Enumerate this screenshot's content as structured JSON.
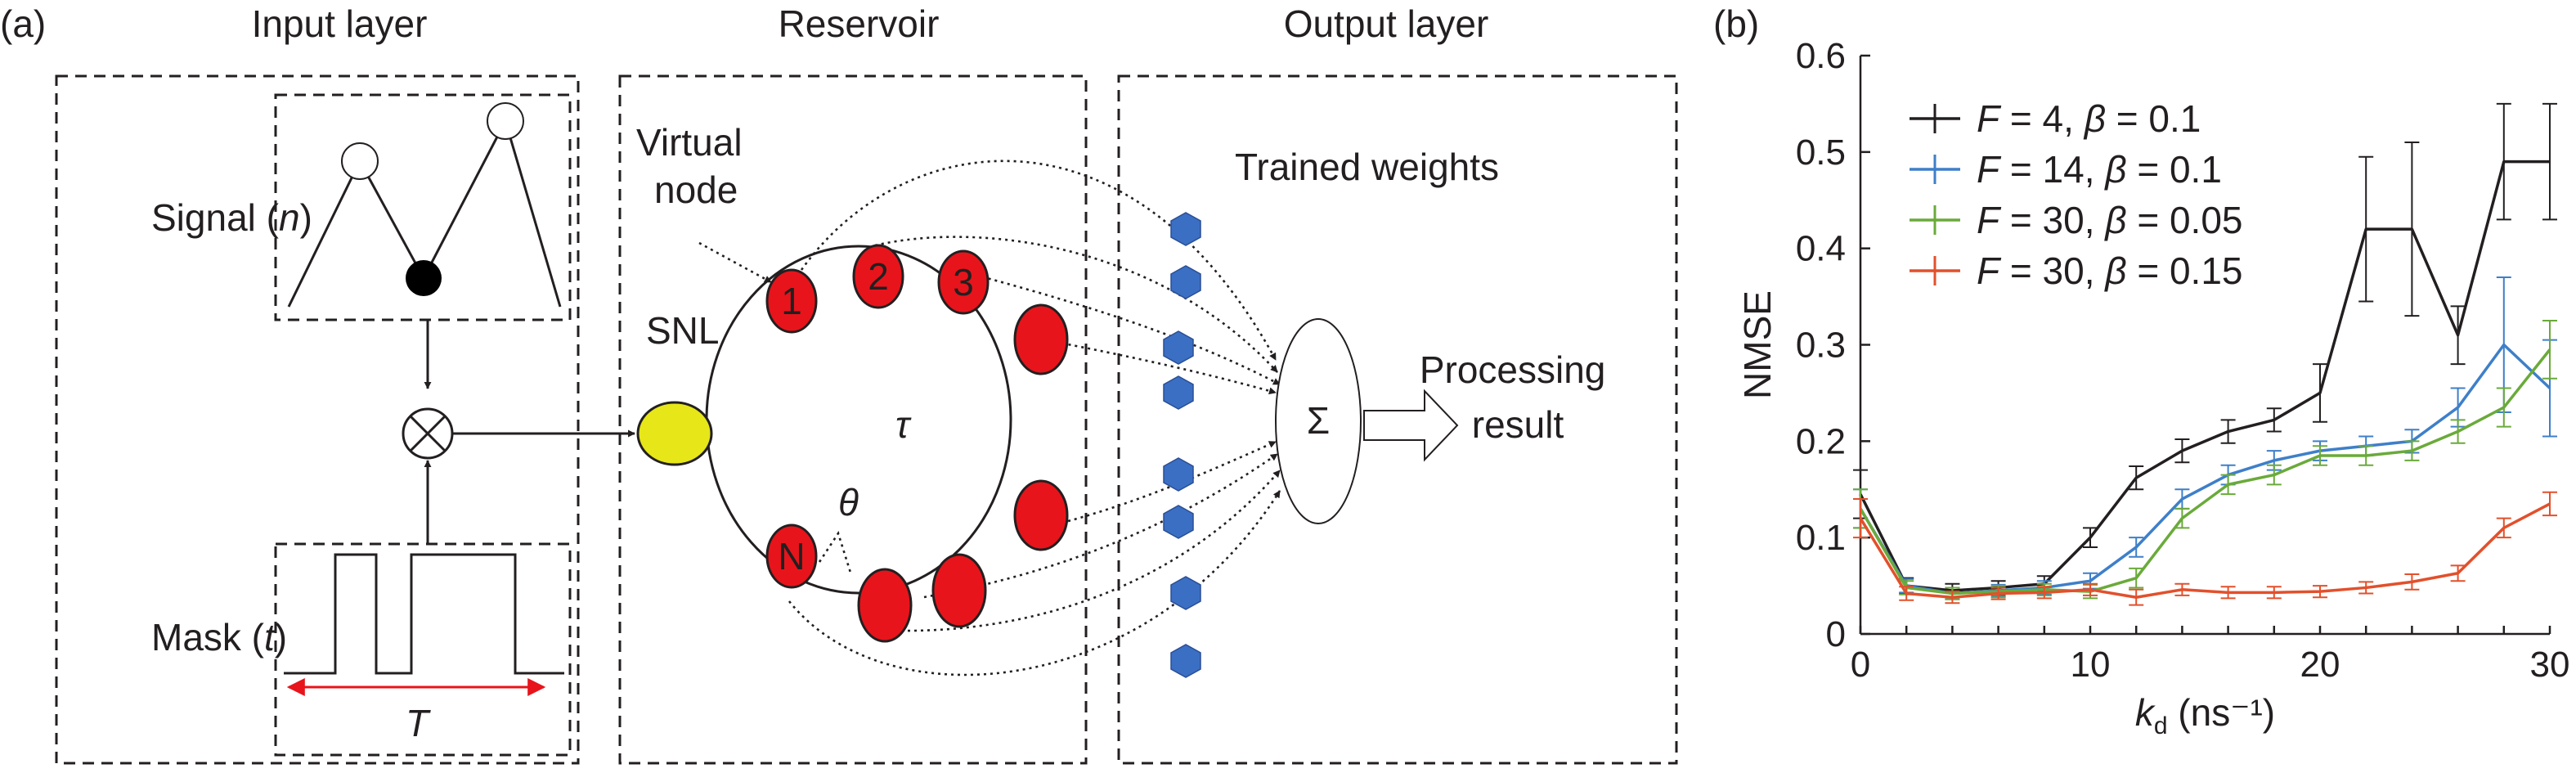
{
  "panel_a": {
    "label": "(a)",
    "input_layer": {
      "title": "Input layer",
      "signal_label": "Signal (",
      "signal_var": "n",
      "mask_label": "Mask (",
      "mask_var": "t",
      "period": "T"
    },
    "reservoir": {
      "title": "Reservoir",
      "virtual_node": [
        "Virtual",
        "node"
      ],
      "snl": "SNL",
      "tau": "τ",
      "theta": "θ",
      "nodes": [
        "1",
        "2",
        "3",
        "",
        "",
        "",
        "",
        "N"
      ]
    },
    "output_layer": {
      "title": "Output layer",
      "trained_weights": "Trained weights",
      "sum": "Σ",
      "result": [
        "Processing",
        "result"
      ]
    },
    "colors": {
      "node": "#e8141b",
      "snl": "#e6e619",
      "weight": "#3b6fc4"
    }
  },
  "panel_b": {
    "label": "(b)"
  },
  "chart_data": {
    "type": "line",
    "xlabel": "k",
    "xlabel_sub": "d",
    "xlabel_unit": " (ns⁻¹)",
    "ylabel": "NMSE",
    "xlim": [
      0,
      30
    ],
    "ylim": [
      0,
      0.6
    ],
    "xticks": [
      "0",
      "10",
      "20",
      "30"
    ],
    "yticks": [
      "0",
      "0.1",
      "0.2",
      "0.3",
      "0.4",
      "0.5",
      "0.6"
    ],
    "legend_position": "top-left",
    "x": [
      0,
      2,
      4,
      6,
      8,
      10,
      12,
      14,
      16,
      18,
      20,
      22,
      24,
      26,
      28,
      30
    ],
    "series": [
      {
        "F": "4",
        "beta": "0.1",
        "color": "#231f20",
        "values": [
          0.145,
          0.05,
          0.045,
          0.048,
          0.052,
          0.1,
          0.162,
          0.19,
          0.21,
          0.222,
          0.25,
          0.42,
          0.42,
          0.31,
          0.49,
          0.49
        ],
        "errors": [
          0.025,
          0.008,
          0.007,
          0.007,
          0.008,
          0.01,
          0.012,
          0.012,
          0.012,
          0.012,
          0.03,
          0.075,
          0.09,
          0.03,
          0.06,
          0.06
        ]
      },
      {
        "F": "14",
        "beta": "0.1",
        "color": "#3e7fc9",
        "values": [
          0.13,
          0.05,
          0.042,
          0.045,
          0.048,
          0.055,
          0.09,
          0.14,
          0.165,
          0.18,
          0.19,
          0.195,
          0.2,
          0.235,
          0.3,
          0.255
        ],
        "errors": [
          0.02,
          0.007,
          0.006,
          0.006,
          0.007,
          0.008,
          0.01,
          0.01,
          0.01,
          0.01,
          0.01,
          0.01,
          0.012,
          0.02,
          0.07,
          0.05
        ]
      },
      {
        "F": "30",
        "beta": "0.05",
        "color": "#6aaa3a",
        "values": [
          0.13,
          0.048,
          0.042,
          0.044,
          0.046,
          0.044,
          0.058,
          0.12,
          0.155,
          0.165,
          0.185,
          0.185,
          0.19,
          0.21,
          0.235,
          0.295
        ],
        "errors": [
          0.02,
          0.007,
          0.006,
          0.006,
          0.006,
          0.007,
          0.01,
          0.01,
          0.01,
          0.01,
          0.01,
          0.01,
          0.01,
          0.012,
          0.02,
          0.03
        ]
      },
      {
        "F": "30",
        "beta": "0.15",
        "color": "#e2502c",
        "values": [
          0.12,
          0.042,
          0.038,
          0.042,
          0.043,
          0.046,
          0.038,
          0.046,
          0.043,
          0.043,
          0.044,
          0.048,
          0.054,
          0.063,
          0.11,
          0.135
        ],
        "errors": [
          0.02,
          0.007,
          0.006,
          0.006,
          0.006,
          0.006,
          0.008,
          0.006,
          0.006,
          0.006,
          0.006,
          0.006,
          0.008,
          0.008,
          0.01,
          0.012
        ]
      }
    ]
  }
}
